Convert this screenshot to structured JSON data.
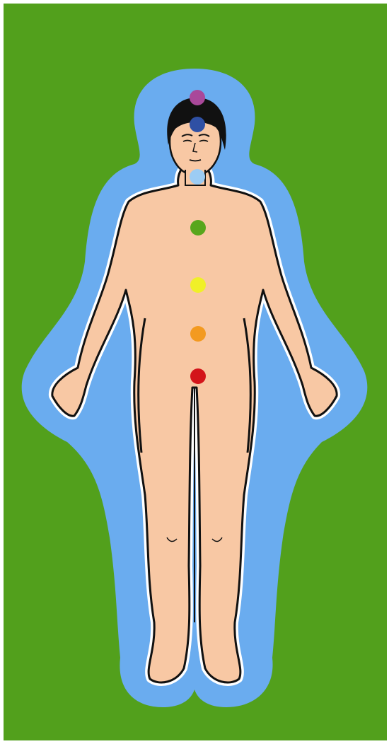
{
  "colors": {
    "frame": "#ffffff",
    "background": "#52a01c",
    "aura": "#6aacef",
    "skin": "#f8c8a4",
    "outline": "#111111",
    "hair": "#111111"
  },
  "chakras": [
    {
      "name": "crown",
      "color": "#a9489a"
    },
    {
      "name": "third-eye",
      "color": "#2f50a4"
    },
    {
      "name": "throat",
      "color": "#9cccf4"
    },
    {
      "name": "heart",
      "color": "#58a61c"
    },
    {
      "name": "solar-plexus",
      "color": "#f0f028"
    },
    {
      "name": "sacral",
      "color": "#f39a20"
    },
    {
      "name": "root",
      "color": "#d3141a"
    }
  ]
}
